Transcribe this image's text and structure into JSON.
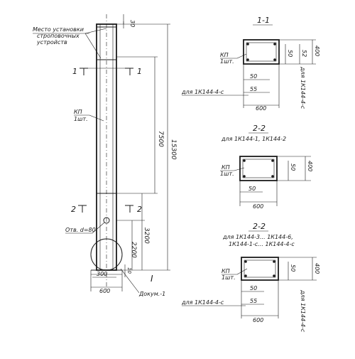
{
  "column": {
    "note_lines": [
      "Место установки",
      "строповочных",
      "устройств"
    ],
    "dim_top": "30",
    "dim_1": "7500",
    "dim_total": "15300",
    "dim_3": "3200",
    "dim_4": "2200",
    "dim_bottom": "10",
    "kp_label": "КП",
    "kp_sub": "1шт.",
    "hole_label": "Отв. d=80",
    "width_inner": "300",
    "width_outer": "600",
    "doc_ref": "Докум.-1",
    "doc_mark": "I",
    "cut1": "1",
    "cut2": "2"
  },
  "sections": [
    {
      "title": "1-1",
      "subtitle": [],
      "kp": "КП",
      "kp_sub": "1шт.",
      "dims": [
        "50",
        "55",
        "600"
      ],
      "right_dims": [
        "50",
        "52",
        "400"
      ],
      "note": "для 1К144-4-с",
      "side_note": "для 1К144-4-с"
    },
    {
      "title": "2-2",
      "subtitle": [
        "для 1К144-1, 1К144-2"
      ],
      "kp": "КП",
      "kp_sub": "1шт.",
      "dims": [
        "50",
        "600"
      ],
      "right_dims": [
        "50",
        "400"
      ],
      "note": "",
      "side_note": ""
    },
    {
      "title": "2-2",
      "subtitle": [
        "для 1К144-3... 1К144-6,",
        "1К144-1-с... 1К144-4-с"
      ],
      "kp": "КП",
      "kp_sub": "1шт.",
      "dims": [
        "50",
        "55",
        "600"
      ],
      "right_dims": [
        "50",
        "400"
      ],
      "note": "для 1К144-4-с",
      "side_note": "для 1К144-4-с"
    }
  ]
}
